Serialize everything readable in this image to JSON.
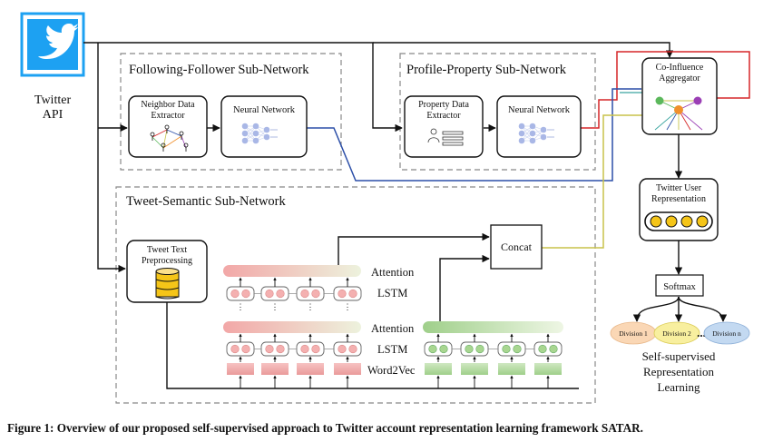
{
  "twitter_api": {
    "icon": "twitter-bird-icon",
    "brand_color": "#1da1f2",
    "label_line1": "Twitter",
    "label_line2": "API"
  },
  "subnetworks": {
    "following_follower": "Following-Follower Sub-Network",
    "profile_property": "Profile-Property Sub-Network",
    "tweet_semantic": "Tweet-Semantic Sub-Network"
  },
  "boxes": {
    "neighbor_extractor": [
      "Neighbor Data",
      "Extractor"
    ],
    "neural_network": "Neural Network",
    "property_extractor": [
      "Property Data",
      "Extractor"
    ],
    "co_influence": [
      "Co-Influence",
      "Aggregator"
    ],
    "tweet_preprocessing": [
      "Tweet Text",
      "Preprocessing"
    ],
    "concat": "Concat",
    "user_repr": [
      "Twitter User",
      "Representation"
    ],
    "softmax": "Softmax"
  },
  "layers": {
    "attention": "Attention",
    "lstm": "LSTM",
    "word2vec": "Word2Vec"
  },
  "divisions": {
    "d1": "Division 1",
    "d2": "Division 2",
    "dots": "...",
    "dn": "Division n"
  },
  "ssl_label": [
    "Self-supervised",
    "Representation",
    "Learning"
  ],
  "colors": {
    "red_path": "#d62728",
    "blue_path": "#2c4fa8",
    "yellow_path": "#c9c24a",
    "teal_path": "#3aa5a0",
    "green_node": "#5cb85c",
    "orange_node": "#f0902c",
    "purple_node": "#9b3fb5",
    "division_orange": "#fad7b5",
    "division_yellow": "#f8ef9f",
    "division_blue": "#c3d9f1",
    "repr_yellow": "#f5c518",
    "nn_node": "#a9b7e6"
  },
  "caption": "Figure 1: Overview of our proposed self-supervised approach to Twitter account representation learning framework SATAR."
}
